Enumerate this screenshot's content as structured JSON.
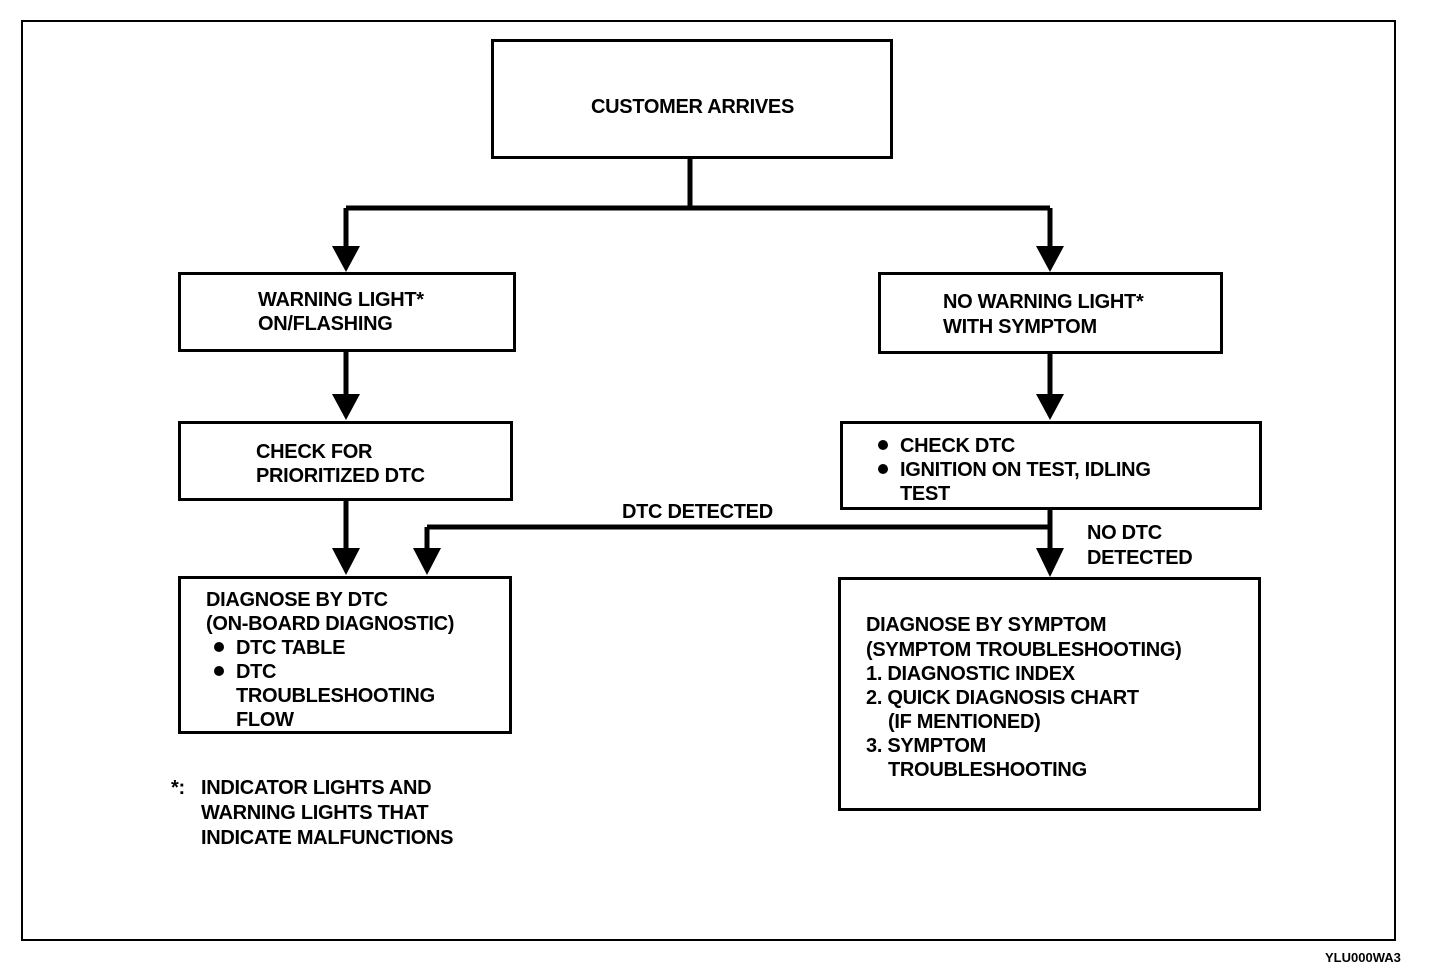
{
  "nodes": {
    "start": "CUSTOMER ARRIVES",
    "warning": {
      "line1": "WARNING LIGHT*",
      "line2": "ON/FLASHING"
    },
    "no_warning": {
      "line1": "NO WARNING LIGHT*",
      "line2": "WITH SYMPTOM"
    },
    "check_prioritized": {
      "line1": "CHECK FOR",
      "line2": "PRIORITIZED DTC"
    },
    "check_dtc": {
      "item1": "CHECK DTC",
      "item2_line1": "IGNITION ON TEST, IDLING",
      "item2_line2": "TEST"
    },
    "diagnose_dtc": {
      "line1": "DIAGNOSE BY DTC",
      "line2": "(ON-BOARD DIAGNOSTIC)",
      "item1": "DTC TABLE",
      "item2_line1": "DTC",
      "item2_line2": "TROUBLESHOOTING",
      "item2_line3": "FLOW"
    },
    "diagnose_symptom": {
      "line1": "DIAGNOSE BY SYMPTOM",
      "line2": "(SYMPTOM TROUBLESHOOTING)",
      "item1": "1. DIAGNOSTIC INDEX",
      "item2_line1": "2. QUICK DIAGNOSIS CHART",
      "item2_line2": "(IF MENTIONED)",
      "item3_line1": "3. SYMPTOM",
      "item3_line2": "TROUBLESHOOTING"
    }
  },
  "edge_labels": {
    "dtc_detected": "DTC DETECTED",
    "no_dtc_line1": "NO DTC",
    "no_dtc_line2": "DETECTED"
  },
  "footnote": {
    "marker": "*:",
    "line1": "INDICATOR LIGHTS AND",
    "line2": "WARNING LIGHTS THAT",
    "line3": "INDICATE MALFUNCTIONS"
  },
  "figure_code": "YLU000WA3"
}
